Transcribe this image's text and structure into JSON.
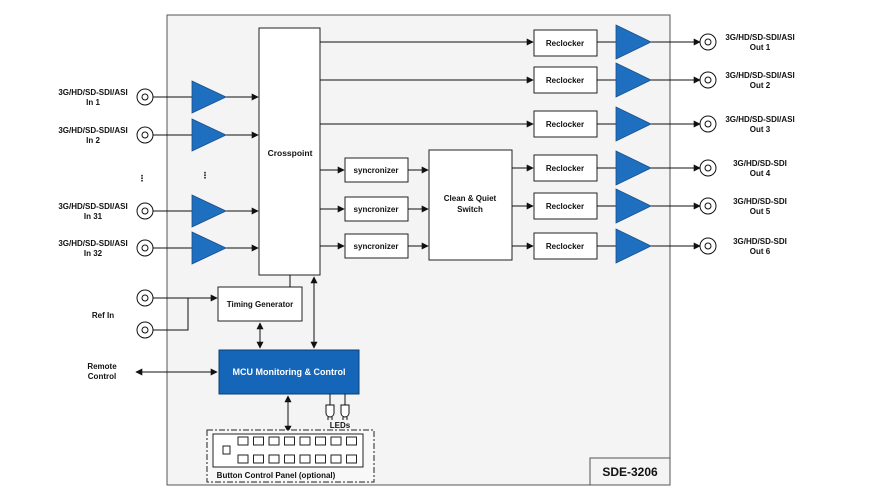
{
  "product_label": "SDE-3206",
  "crosspoint_label": "Crosspoint",
  "clean_switch_lines": [
    "Clean & Quiet",
    "Switch"
  ],
  "syncronizer_label": "syncronizer",
  "reclocker_label": "Reclocker",
  "timing_generator_label": "Timing Generator",
  "mcu_label": "MCU Monitoring & Control",
  "leds_label": "LEDs",
  "button_panel_label": "Button Control Panel (optional)",
  "ref_in_label": "Ref In",
  "remote_control_lines": [
    "Remote",
    "Control"
  ],
  "ellipsis": "⋮",
  "inputs": [
    {
      "line1": "3G/HD/SD-SDI/ASI",
      "line2": "In 1"
    },
    {
      "line1": "3G/HD/SD-SDI/ASI",
      "line2": "In 2"
    },
    {
      "line1": "3G/HD/SD-SDI/ASI",
      "line2": "In 31"
    },
    {
      "line1": "3G/HD/SD-SDI/ASI",
      "line2": "In 32"
    }
  ],
  "outputs": [
    {
      "line1": "3G/HD/SD-SDI/ASI",
      "line2": "Out 1"
    },
    {
      "line1": "3G/HD/SD-SDI/ASI",
      "line2": "Out 2"
    },
    {
      "line1": "3G/HD/SD-SDI/ASI",
      "line2": "Out 3"
    },
    {
      "line1": "3G/HD/SD-SDI",
      "line2": "Out 4"
    },
    {
      "line1": "3G/HD/SD-SDI",
      "line2": "Out 5"
    },
    {
      "line1": "3G/HD/SD-SDI",
      "line2": "Out 6"
    }
  ],
  "colors": {
    "amplifier": "#1f6fc0",
    "mcu_fill": "#1565b8",
    "panel_background": "#f4f4f4"
  }
}
